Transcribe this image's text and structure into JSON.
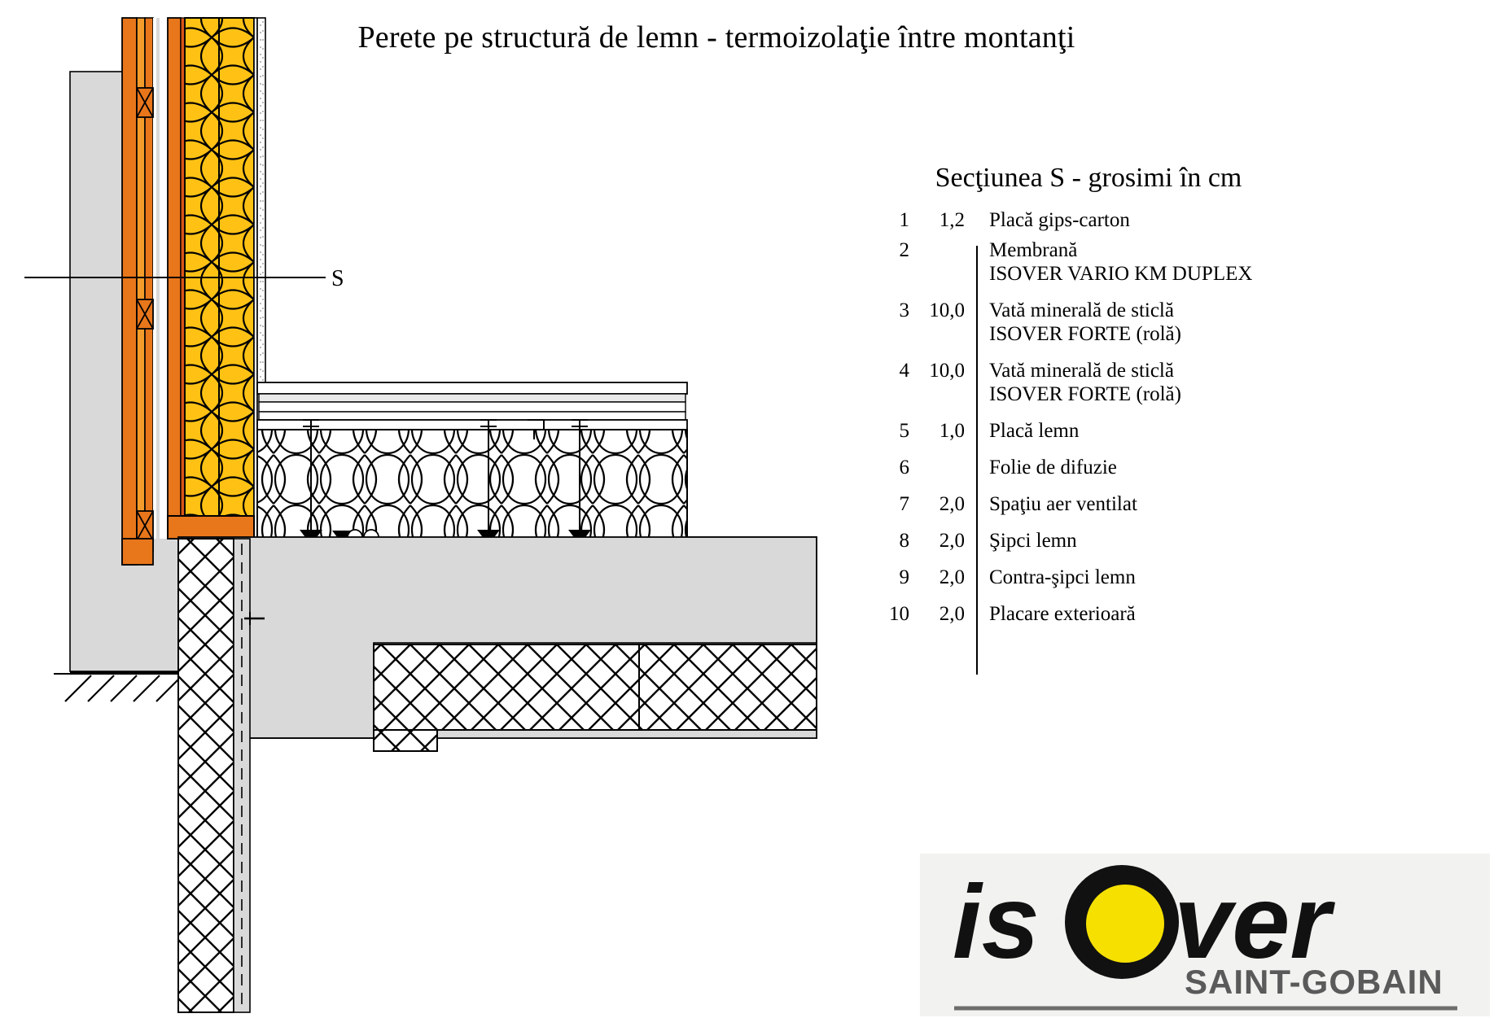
{
  "title": "Perete pe structură de lemn - termoizolaţie între montanţi",
  "section_marker": {
    "label": "S"
  },
  "legend": {
    "header": "Secţiunea S - grosimi în cm",
    "rows": [
      {
        "num": "1",
        "value": "1,2",
        "desc": "Placă gips-carton"
      },
      {
        "num": "2",
        "value": "",
        "desc": "Membrană\nISOVER VARIO KM DUPLEX"
      },
      {
        "num": "3",
        "value": "10,0",
        "desc": "Vată minerală de sticlă\nISOVER FORTE (rolă)"
      },
      {
        "num": "4",
        "value": "10,0",
        "desc": "Vată minerală de sticlă\nISOVER FORTE (rolă)"
      },
      {
        "num": "5",
        "value": "1,0",
        "desc": "Placă lemn"
      },
      {
        "num": "6",
        "value": "",
        "desc": "Folie de difuzie"
      },
      {
        "num": "7",
        "value": "2,0",
        "desc": "Spaţiu aer ventilat"
      },
      {
        "num": "8",
        "value": "2,0",
        "desc": "Şipci lemn"
      },
      {
        "num": "9",
        "value": "2,0",
        "desc": "Contra-şipci lemn"
      },
      {
        "num": "10",
        "value": "2,0",
        "desc": "Placare exterioară"
      }
    ]
  },
  "logo": {
    "wordmark": "isover",
    "subtitle": "SAINT-GOBAIN",
    "dot_color": "#F5E000",
    "text_color": "#111111",
    "subtitle_color": "#5a5a5a",
    "plate_color": "#f2f2f0"
  },
  "colors": {
    "insulation_fill": "#FFC214",
    "timber_orange": "#E8761B",
    "timber_dark_orange": "#D9561A",
    "concrete_grey": "#D9D9D9",
    "line": "#000000",
    "white": "#FFFFFF"
  }
}
